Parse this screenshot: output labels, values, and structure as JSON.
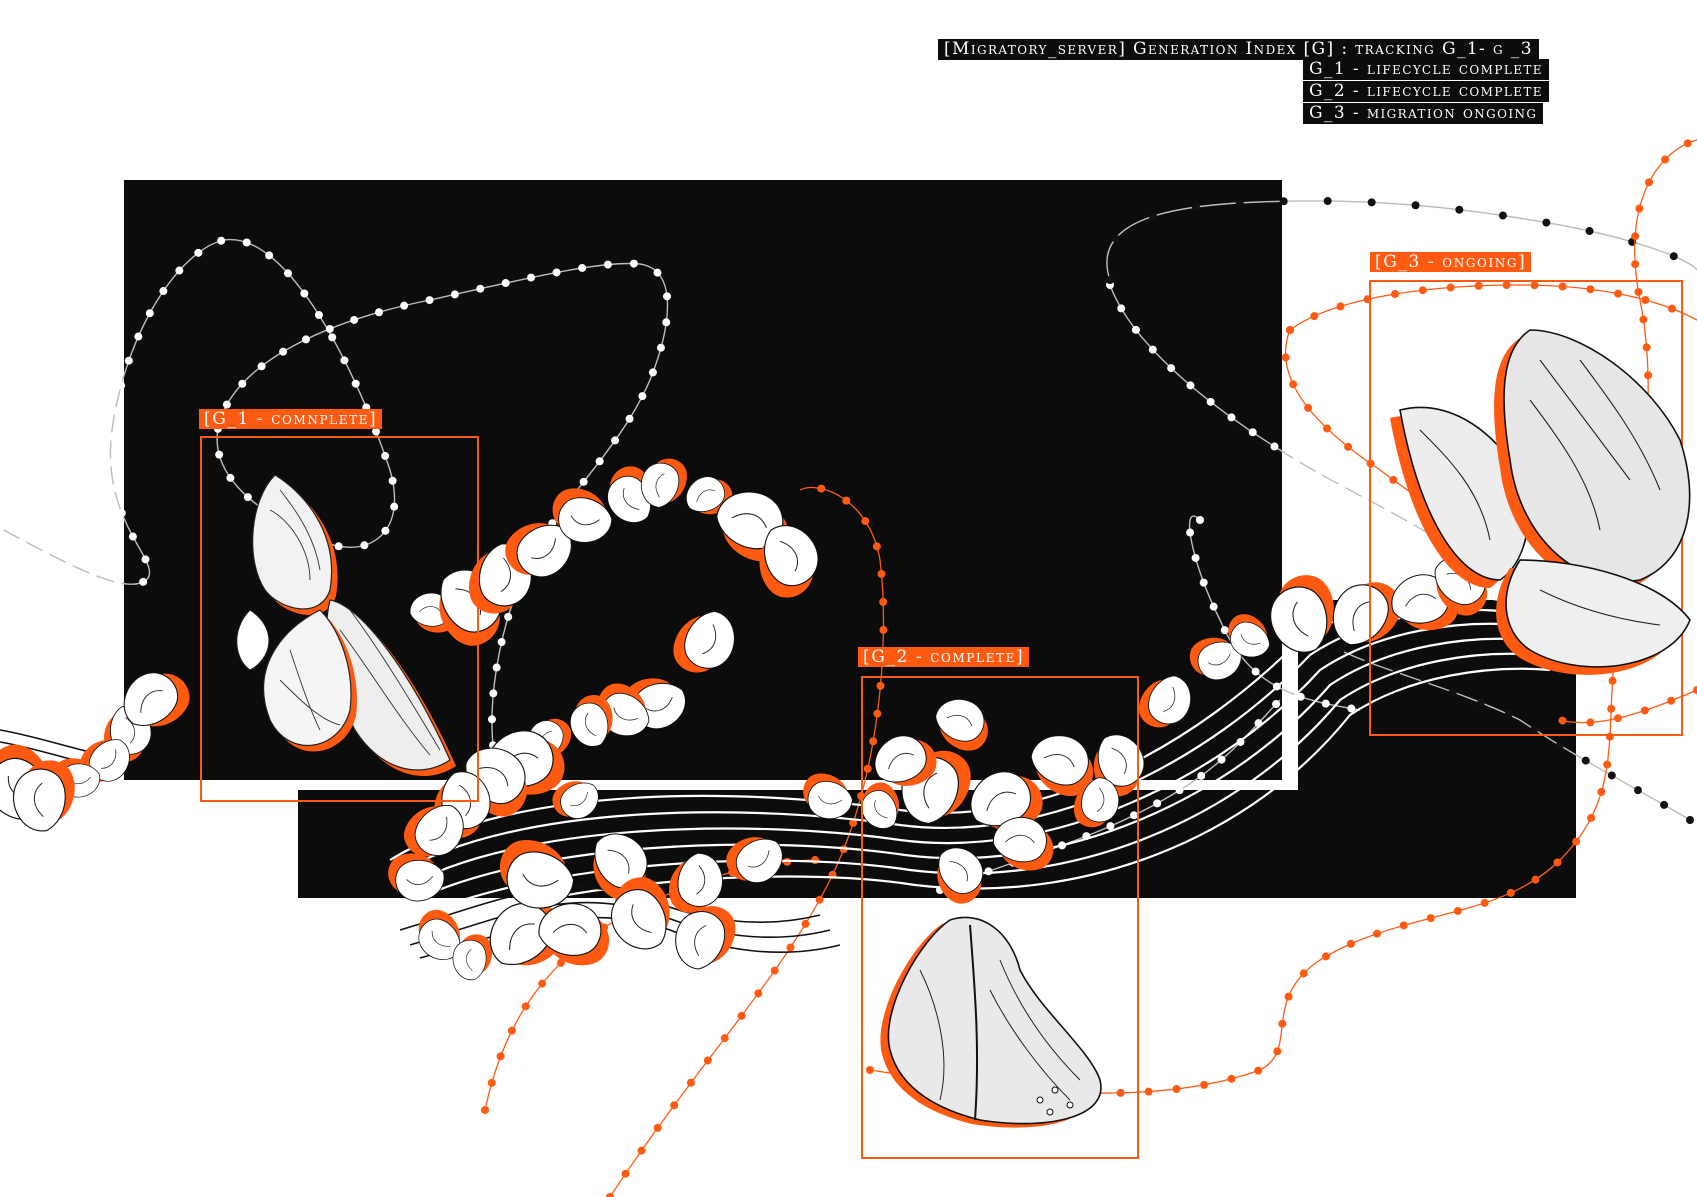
{
  "header": {
    "title": "[Migratory_server] Generation Index [G] : tracking G_1- g _3",
    "status_lines": [
      "G_1 - lifecycle complete",
      "G_2 - lifecycle complete",
      "G_3 - migration ongoing"
    ]
  },
  "tags": {
    "g1": "[G_1 - comnplete]",
    "g2": "[G_2 - complete]",
    "g3": "[G_3 - ongoing]"
  },
  "colors": {
    "accent": "#ff5a12",
    "panel": "#0c0c0c",
    "background": "#ffffff"
  },
  "icons": [
    "butterfly-icon"
  ]
}
